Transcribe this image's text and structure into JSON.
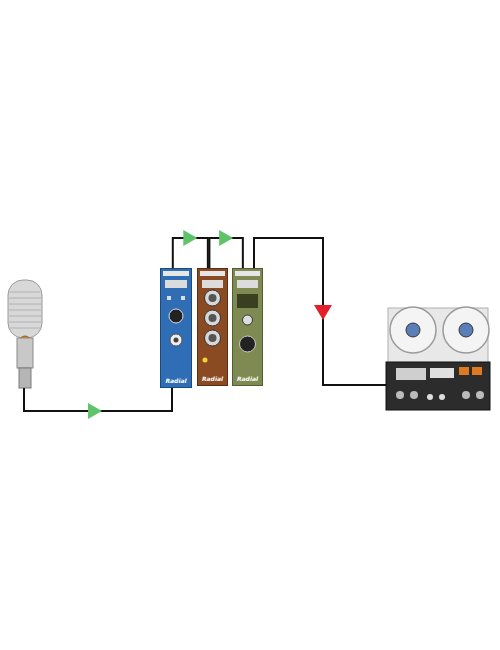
{
  "diagram": {
    "nodes": [
      {
        "text": [
          "Radial"
        ]
      },
      {
        "text": [
          "Radial"
        ]
      },
      {
        "text": [
          "Radial"
        ]
      }
    ],
    "edges": [
      {
        "from": 0,
        "to": 1,
        "arrow": "to"
      },
      {
        "from": 1,
        "to": 2,
        "arrow": "to"
      }
    ]
  }
}
